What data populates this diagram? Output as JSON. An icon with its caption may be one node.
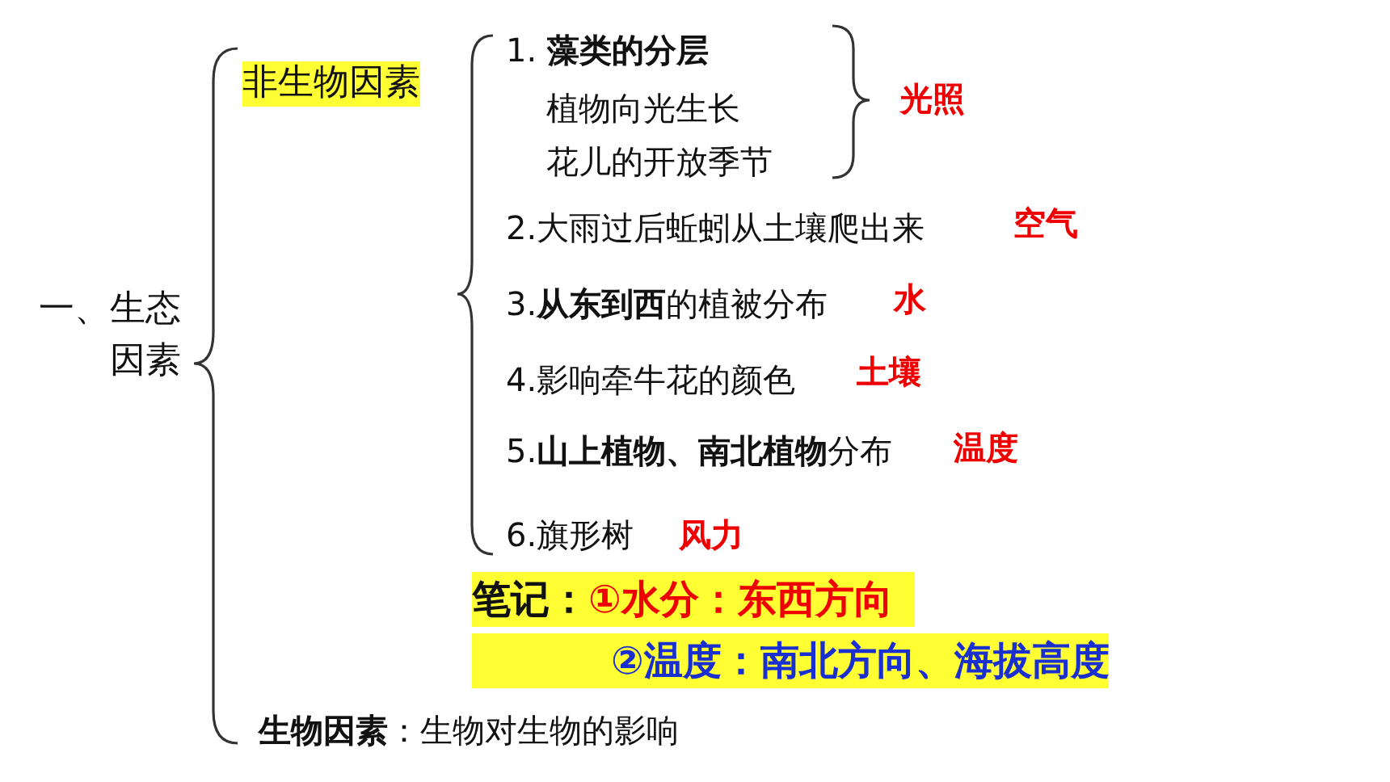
{
  "diagram": {
    "labels": [
      "一、生态因素",
      "非生物因素",
      "1. **藻类的分层**",
      "植物向光生长",
      "花儿的开放季节",
      "光照",
      "2.大雨过后蚯蚓从土壤爬出来",
      "空气",
      "3.**从东到西**的植被分布",
      "水",
      "4.影响牵牛花的颜色",
      "土壤",
      "5.**山上植物、南北植物**分布",
      "温度",
      "6.旗形树",
      "风力",
      "笔记：",
      "①水分：东西方向",
      "②温度：南北方向、海拔高度",
      "**生物因素**：生物对生物的影响"
    ]
  }
}
